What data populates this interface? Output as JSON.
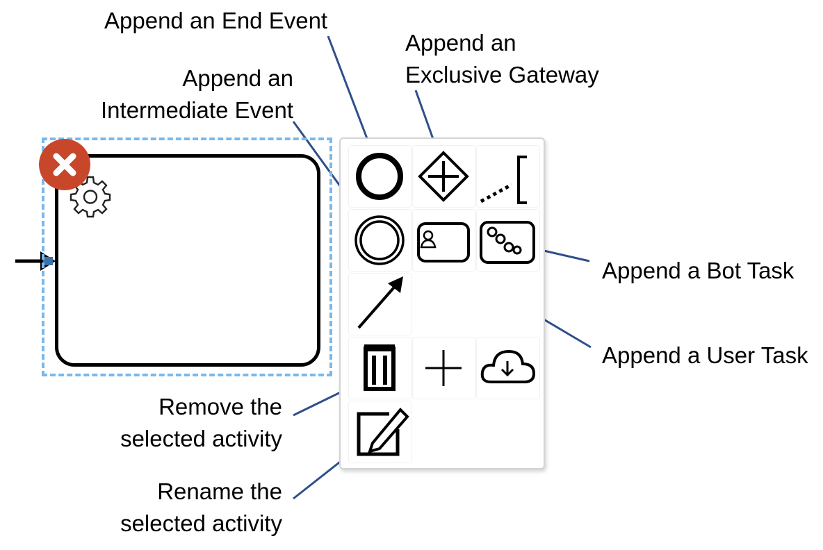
{
  "callouts": {
    "end_event": "Append an End Event",
    "exclusive_gateway_line1": "Append an",
    "exclusive_gateway_line2": "Exclusive Gateway",
    "intermediate_event_line1": "Append an",
    "intermediate_event_line2": "Intermediate Event",
    "bot_task": "Append a Bot Task",
    "user_task": "Append a User Task",
    "remove_line1": "Remove the",
    "remove_line2": "selected activity",
    "rename_line1": "Rename the",
    "rename_line2": "selected activity"
  },
  "palette_icons": [
    "end-event-icon",
    "exclusive-gateway-icon",
    "text-annotation-icon",
    "intermediate-event-icon",
    "user-task-icon",
    "bot-task-icon",
    "connect-arrow-icon",
    "trash-icon",
    "plus-icon",
    "cloud-download-icon",
    "edit-pencil-icon"
  ],
  "colors": {
    "leader_line": "#2f4f8a",
    "selection_border": "#7ab8ea",
    "close_button": "#c8472a"
  }
}
